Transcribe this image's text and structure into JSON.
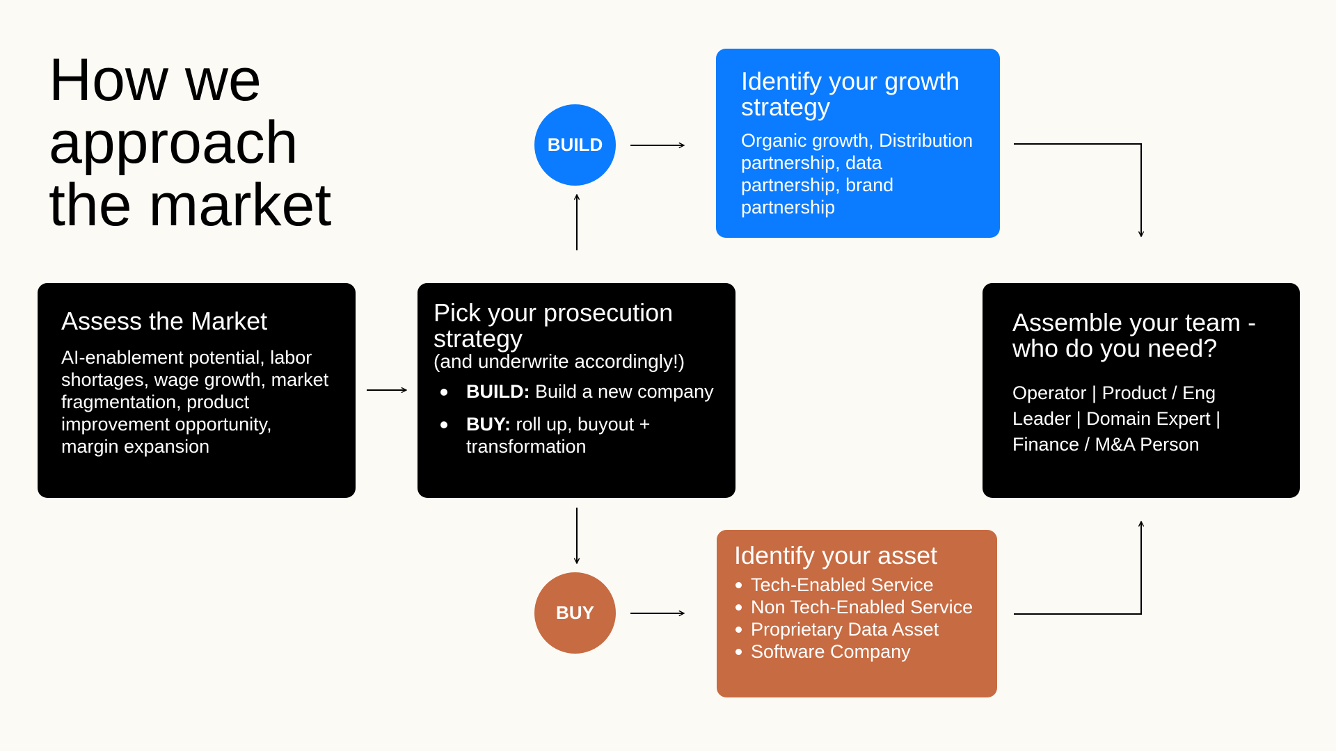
{
  "title": {
    "line1": "How we",
    "line2": "approach",
    "line3": "the market"
  },
  "assess": {
    "title": "Assess the Market",
    "body": "AI-enablement potential, labor shortages, wage growth, market fragmentation, product improvement opportunity, margin expansion"
  },
  "pick": {
    "title": "Pick your prosecution strategy",
    "subtitle": "(and underwrite accordingly!)",
    "items": [
      {
        "label": "BUILD:",
        "text": " Build a new company"
      },
      {
        "label": "BUY:",
        "text": " roll up, buyout + transformation"
      }
    ]
  },
  "build_circle": {
    "label": "BUILD",
    "color": "#0b7cff"
  },
  "buy_circle": {
    "label": "BUY",
    "color": "#c76b42"
  },
  "growth": {
    "title": "Identify your growth strategy",
    "body": "Organic growth, Distribution partnership, data partnership, brand partnership",
    "color": "#0b7cff"
  },
  "asset": {
    "title": "Identify your asset",
    "items": [
      "Tech-Enabled Service",
      "Non Tech-Enabled Service",
      "Proprietary Data Asset",
      "Software Company"
    ],
    "color": "#c76b42"
  },
  "team": {
    "title": "Assemble your team - who do you need?",
    "lines": [
      "Operator | Product / Eng",
      "Leader | Domain Expert |",
      "Finance / M&A Person"
    ]
  }
}
